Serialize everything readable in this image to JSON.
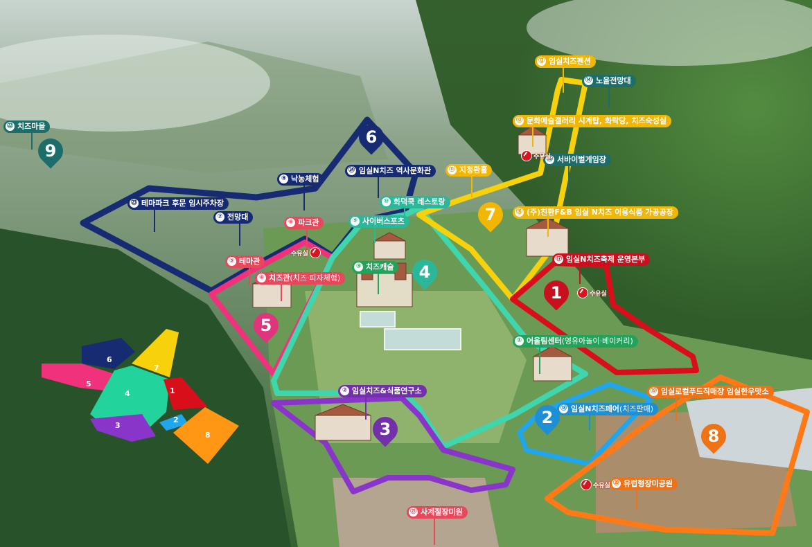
{
  "palette": {
    "navy": "#172b73",
    "red": "#c8101e",
    "pink": "#e0357c",
    "mint": "#2bb79a",
    "green": "#22a25a",
    "yellow": "#f2b705",
    "teal": "#1d6d6a",
    "purple": "#7231a8",
    "blue": "#1e8fd4",
    "orange": "#ee7316",
    "coral": "#e8485c",
    "lgreen": "#8fc33a"
  },
  "labels": [
    {
      "num": "①",
      "text": "어울림센터",
      "sub": "(영유아놀이·베이커리)",
      "color": "green"
    },
    {
      "num": "②",
      "text": "임실치즈&식품연구소",
      "sub": "",
      "color": "purple"
    },
    {
      "num": "③",
      "text": "치즈캐슬",
      "sub": "",
      "color": "green"
    },
    {
      "num": "④",
      "text": "치즈관",
      "sub": "(치즈·피자체험)",
      "color": "coral"
    },
    {
      "num": "⑤",
      "text": "테마관",
      "sub": "",
      "color": "coral"
    },
    {
      "num": "⑥",
      "text": "파크관",
      "sub": "",
      "color": "coral"
    },
    {
      "num": "⑦",
      "text": "전망대",
      "sub": "",
      "color": "navy"
    },
    {
      "num": "⑧",
      "text": "낙농체험",
      "sub": "",
      "color": "navy"
    },
    {
      "num": "⑨",
      "text": "사이버스포츠",
      "sub": "",
      "color": "mint"
    },
    {
      "num": "⑩",
      "text": "화덕쿡 레스토랑",
      "sub": "",
      "color": "mint"
    },
    {
      "num": "⑪",
      "text": "지정환홀",
      "sub": "",
      "color": "yellow"
    },
    {
      "num": "⑫",
      "text": "문화예술갤러리 시계탑, 화락당, 치즈숙성실",
      "sub": "",
      "color": "yellow"
    },
    {
      "num": "⑬",
      "text": "임실치즈펜션",
      "sub": "",
      "color": "yellow"
    },
    {
      "num": "⑭",
      "text": "노을전망대",
      "sub": "",
      "color": "teal"
    },
    {
      "num": "⑮",
      "text": "서바이벌게임장",
      "sub": "",
      "color": "teal"
    },
    {
      "num": "⑯",
      "text": "(주)친환F&B 임실 N치즈 이용식품 가공공장",
      "sub": "",
      "color": "yellow"
    },
    {
      "num": "⑰",
      "text": "임실N치즈축제 운영본부",
      "sub": "",
      "color": "red"
    },
    {
      "num": "⑱",
      "text": "임실N치즈페어",
      "sub": "(치즈판매)",
      "color": "blue"
    },
    {
      "num": "⑲",
      "text": "임실로컬푸드직매장 임실한우맛소",
      "sub": "",
      "color": "orange"
    },
    {
      "num": "⑳",
      "text": "유럽형장미공원",
      "sub": "",
      "color": "orange"
    },
    {
      "num": "㉑",
      "text": "사계절장미원",
      "sub": "",
      "color": "coral"
    },
    {
      "num": "㉒",
      "text": "치즈마을",
      "sub": "",
      "color": "teal"
    },
    {
      "num": "㉓",
      "text": "테마파크 후문 임시주차장",
      "sub": "",
      "color": "navy"
    },
    {
      "num": "㉔",
      "text": "임실N치즈 역사문화관",
      "sub": "",
      "color": "navy"
    }
  ],
  "zones": [
    {
      "num": "1",
      "color": "red"
    },
    {
      "num": "2",
      "color": "blue"
    },
    {
      "num": "3",
      "color": "purple"
    },
    {
      "num": "4",
      "color": "mint"
    },
    {
      "num": "5",
      "color": "pink"
    },
    {
      "num": "6",
      "color": "navy"
    },
    {
      "num": "7",
      "color": "yellow"
    },
    {
      "num": "8",
      "color": "orange"
    },
    {
      "num": "9",
      "color": "teal"
    }
  ],
  "water_stations": [
    {
      "text": "수유실"
    },
    {
      "text": "수유실"
    },
    {
      "text": "수유실"
    },
    {
      "text": "수유실"
    }
  ],
  "minimap": [
    "6",
    "7",
    "5",
    "4",
    "1",
    "3",
    "2",
    "8"
  ]
}
